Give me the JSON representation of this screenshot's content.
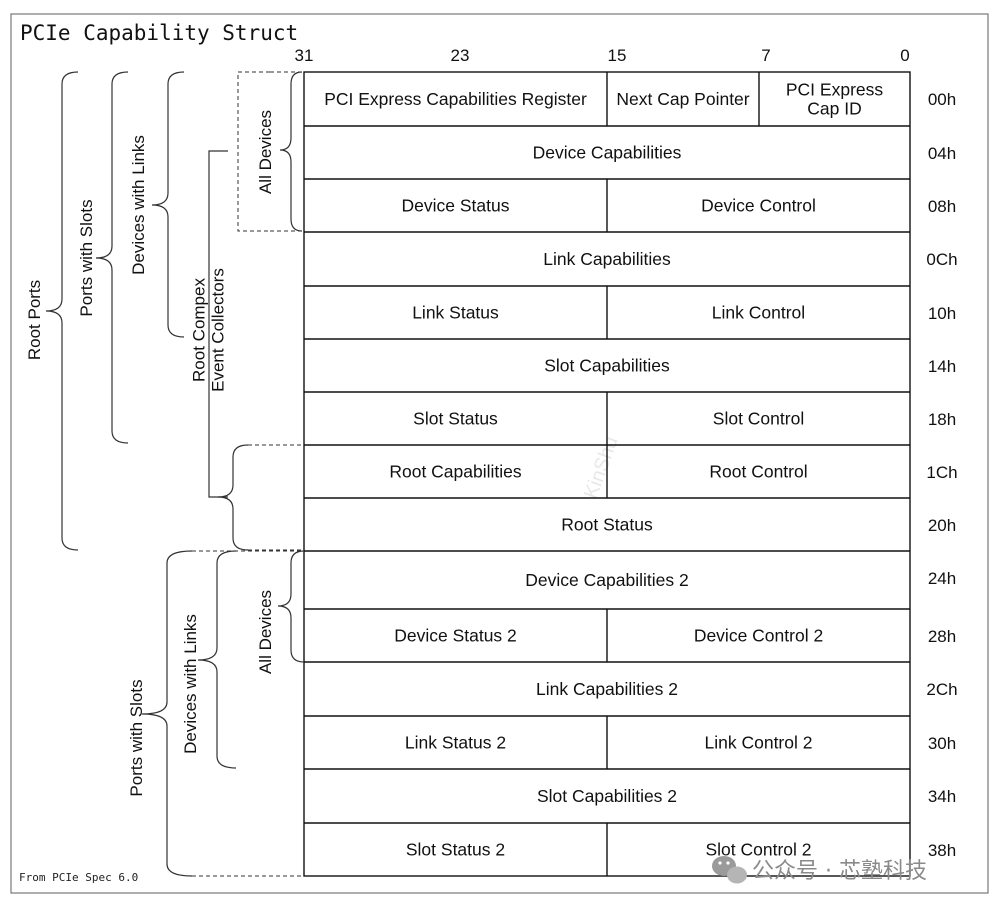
{
  "title": "PCIe Capability Struct",
  "footnote": "From PCIe Spec 6.0",
  "watermark": "公众号 · 芯塾科技",
  "faint_watermark": "KinShu",
  "bit_labels": [
    "31",
    "23",
    "15",
    "7",
    "0"
  ],
  "rows": [
    {
      "offset": "00h",
      "cells": [
        "PCI Express Capabilities Register",
        "Next Cap Pointer",
        "PCI Express|Cap ID"
      ]
    },
    {
      "offset": "04h",
      "cells": [
        "Device Capabilities"
      ]
    },
    {
      "offset": "08h",
      "cells": [
        "Device Status",
        "Device Control"
      ]
    },
    {
      "offset": "0Ch",
      "cells": [
        "Link Capabilities"
      ]
    },
    {
      "offset": "10h",
      "cells": [
        "Link Status",
        "Link Control"
      ]
    },
    {
      "offset": "14h",
      "cells": [
        "Slot Capabilities"
      ]
    },
    {
      "offset": "18h",
      "cells": [
        "Slot Status",
        "Slot Control"
      ]
    },
    {
      "offset": "1Ch",
      "cells": [
        "Root Capabilities",
        "Root Control"
      ]
    },
    {
      "offset": "20h",
      "cells": [
        "Root Status"
      ]
    },
    {
      "offset": "24h",
      "cells": [
        "Device Capabilities 2"
      ]
    },
    {
      "offset": "28h",
      "cells": [
        "Device Status 2",
        "Device Control 2"
      ]
    },
    {
      "offset": "2Ch",
      "cells": [
        "Link Capabilities 2"
      ]
    },
    {
      "offset": "30h",
      "cells": [
        "Link Status 2",
        "Link Control 2"
      ]
    },
    {
      "offset": "34h",
      "cells": [
        "Slot Capabilities 2"
      ]
    },
    {
      "offset": "38h",
      "cells": [
        "Slot Status 2",
        "Slot Control 2"
      ]
    }
  ],
  "groups": [
    {
      "label": "Root Ports"
    },
    {
      "label": "Ports with Slots"
    },
    {
      "label": "Devices with Links"
    },
    {
      "label": "All Devices"
    },
    {
      "label": "Root Compex|Event Collectors"
    },
    {
      "label": "All Devices"
    },
    {
      "label": "Devices with Links"
    },
    {
      "label": "Ports with Slots"
    }
  ]
}
